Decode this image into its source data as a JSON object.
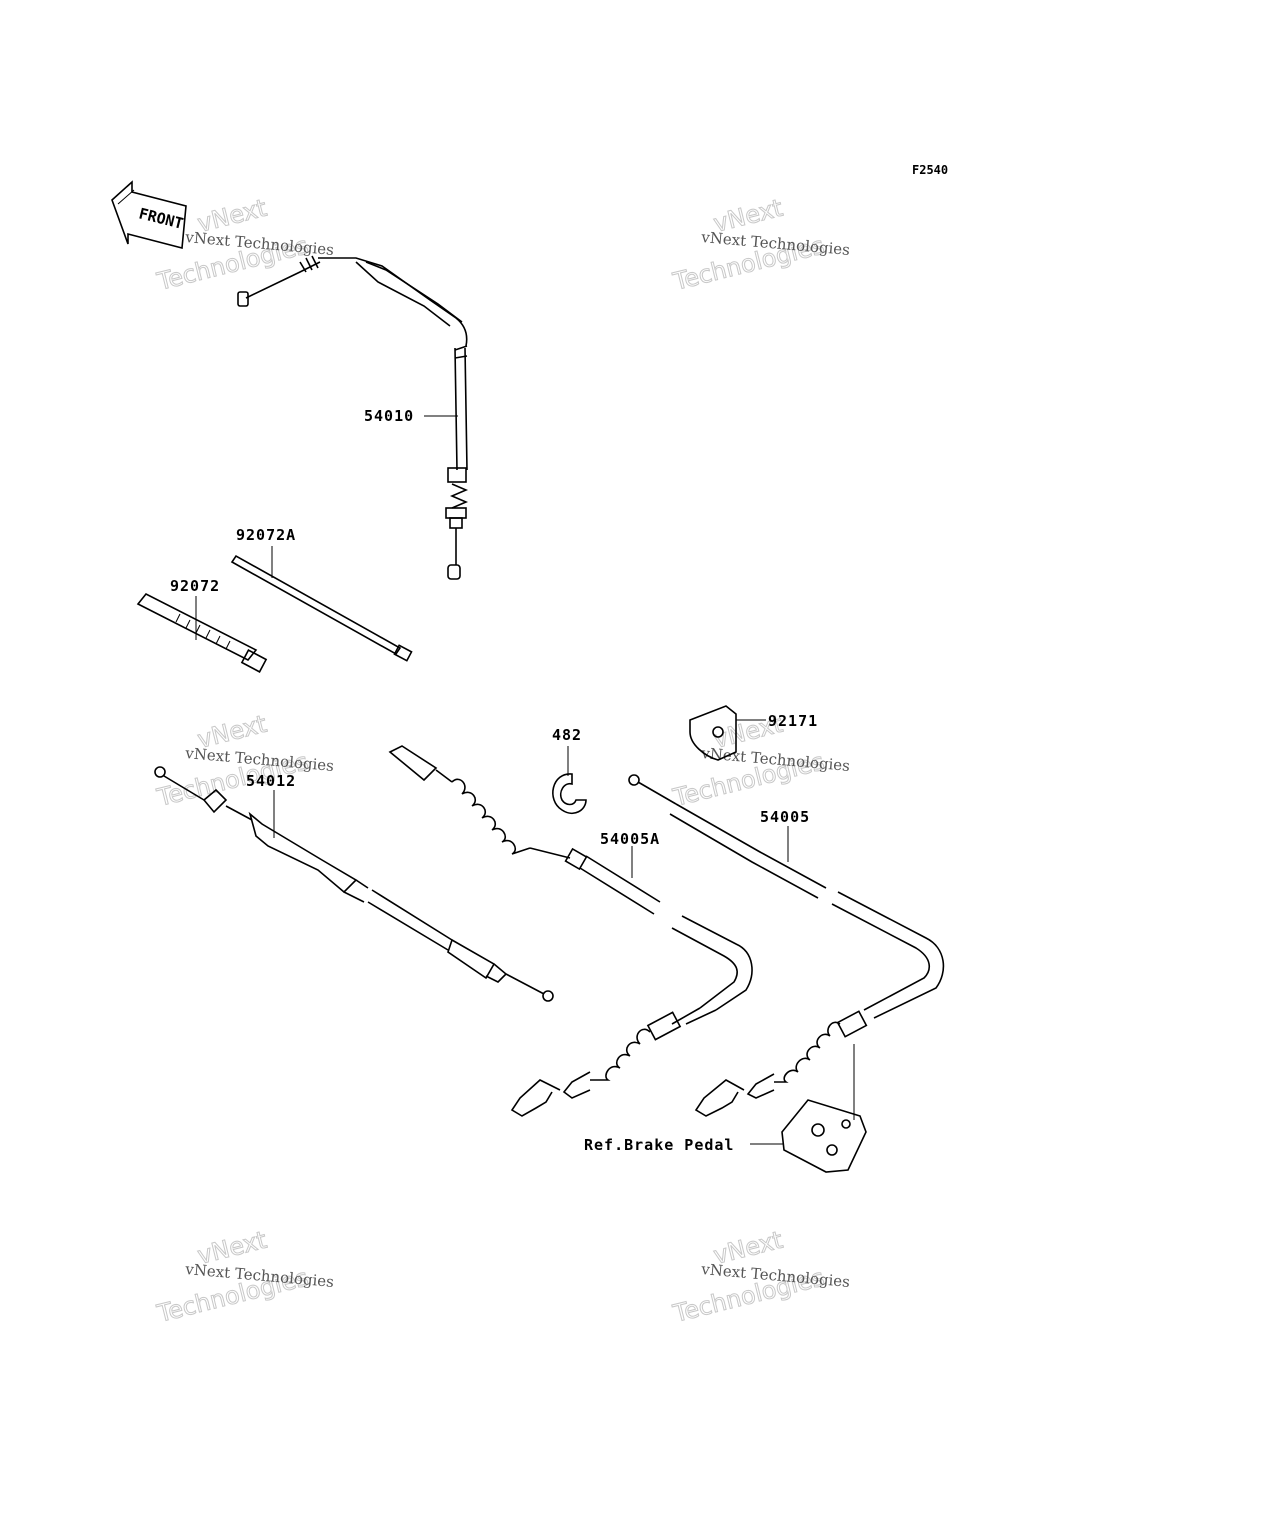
{
  "diagram": {
    "code": "F2540",
    "front_label": "FRONT",
    "watermark": {
      "line1": "vNext Technologies",
      "line2": "vNext",
      "line3": "Technologies"
    },
    "labels": {
      "p54010": "54010",
      "p92072A": "92072A",
      "p92072": "92072",
      "p54012": "54012",
      "p482": "482",
      "p92171": "92171",
      "p54005A": "54005A",
      "p54005": "54005",
      "ref_brake_pedal": "Ref.Brake Pedal"
    }
  }
}
